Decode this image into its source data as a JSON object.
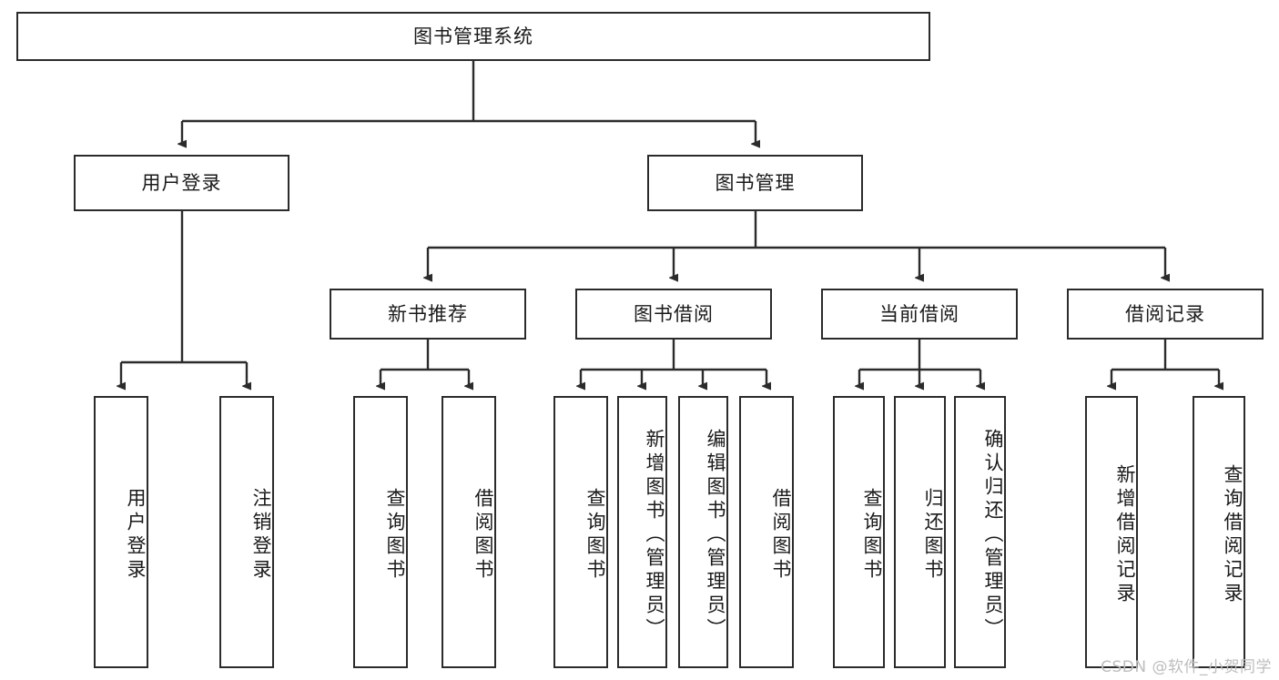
{
  "diagram": {
    "title": "图书管理系统",
    "type": "tree",
    "root": {
      "label": "图书管理系统"
    },
    "level2": [
      {
        "label": "用户登录"
      },
      {
        "label": "图书管理"
      }
    ],
    "level3": [
      {
        "label": "新书推荐"
      },
      {
        "label": "图书借阅"
      },
      {
        "label": "当前借阅"
      },
      {
        "label": "借阅记录"
      }
    ],
    "leaves": {
      "user_login": [
        {
          "label": "用户登录"
        },
        {
          "label": "注销登录"
        }
      ],
      "new_book_recommend": [
        {
          "label": "查询图书"
        },
        {
          "label": "借阅图书"
        }
      ],
      "book_borrow": [
        {
          "label": "查询图书"
        },
        {
          "label": "新增图书（管理员）"
        },
        {
          "label": "编辑图书（管理员）"
        },
        {
          "label": "借阅图书"
        }
      ],
      "current_borrow": [
        {
          "label": "查询图书"
        },
        {
          "label": "归还图书"
        },
        {
          "label": "确认归还（管理员）"
        }
      ],
      "borrow_record": [
        {
          "label": "新增借阅记录"
        },
        {
          "label": "查询借阅记录"
        }
      ]
    }
  },
  "watermark": {
    "text": "CSDN @软件_小贺同学"
  },
  "colors": {
    "stroke": "#2b2b2b",
    "background": "#ffffff",
    "text": "#1a1a1a",
    "watermark": "#bdbdbd"
  }
}
